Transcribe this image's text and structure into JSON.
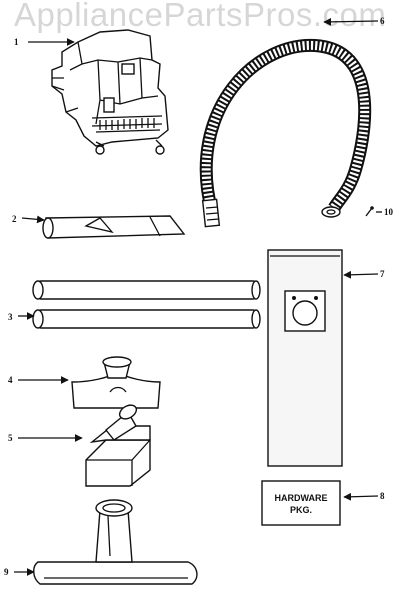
{
  "watermark": "AppliancePartsPros.com",
  "callouts": [
    {
      "id": "c1",
      "text": "1"
    },
    {
      "id": "c2",
      "text": "2"
    },
    {
      "id": "c3",
      "text": "3"
    },
    {
      "id": "c4",
      "text": "4"
    },
    {
      "id": "c5",
      "text": "5"
    },
    {
      "id": "c6",
      "text": "6"
    },
    {
      "id": "c7",
      "text": "7"
    },
    {
      "id": "c8",
      "text": "8"
    },
    {
      "id": "c9",
      "text": "9"
    },
    {
      "id": "c10",
      "text": "10"
    }
  ],
  "hardware_label": {
    "line1": "HARDWARE",
    "line2": "PKG."
  }
}
